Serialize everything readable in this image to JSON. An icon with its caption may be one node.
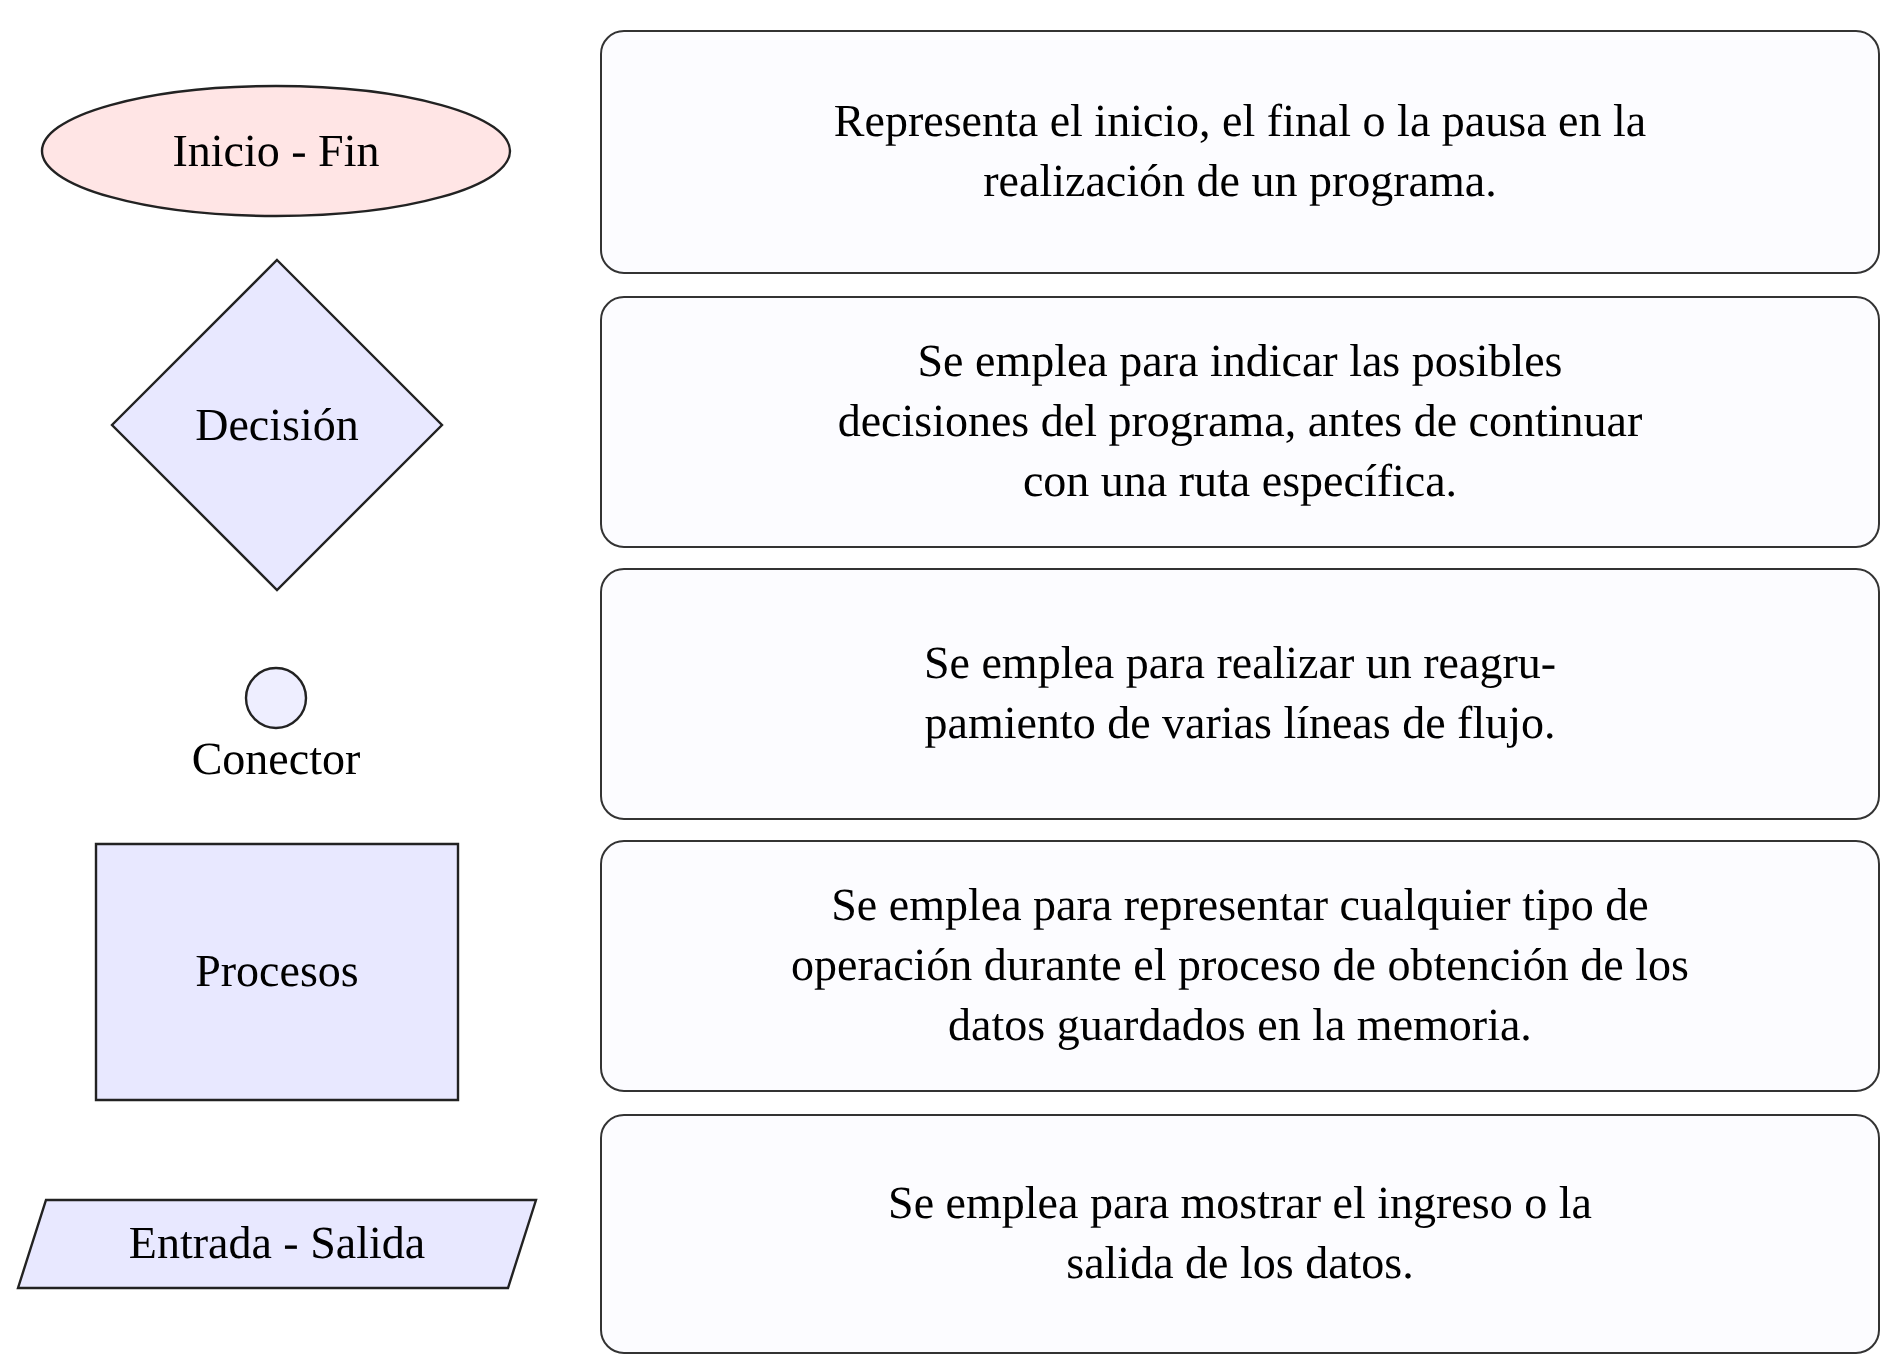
{
  "diagram": {
    "nodes": [
      {
        "text": [
          "Inicio - Fin"
        ]
      },
      {
        "text": [
          "Representa el inicio, el final o la pausa en la realización de un programa."
        ]
      },
      {
        "text": [
          "Decisión"
        ]
      },
      {
        "text": [
          "Se emplea para indicar las posibles decisiones del programa, antes de continuar con una ruta específica."
        ]
      },
      {
        "text": [],
        "shape": "circle",
        "beside": [
          "Conector"
        ]
      },
      {
        "text": [
          "Se emplea para realizar un reagru- pamiento de varias líneas de flujo."
        ]
      },
      {
        "text": [
          "Procesos"
        ]
      },
      {
        "text": [
          "Se emplea para representar cualquier tipo de operación durante el proceso de obtención de los datos guardados en la memoria."
        ]
      },
      {
        "text": [
          "Entrada - Salida"
        ]
      },
      {
        "text": [
          "Se emplea para mostrar el ingreso o la salida de los datos."
        ]
      }
    ]
  }
}
